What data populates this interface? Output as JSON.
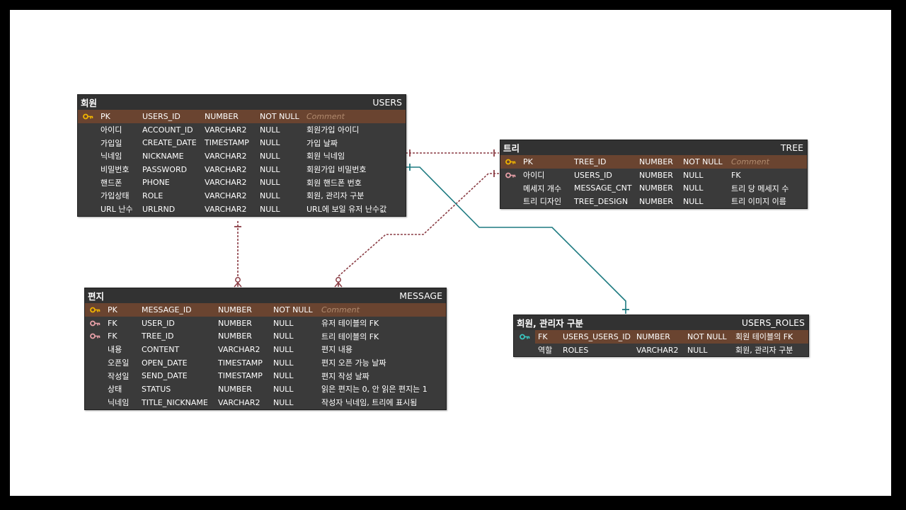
{
  "colors": {
    "key_gold": "#f0b400",
    "key_pink": "#e8a0a8",
    "key_teal": "#39c6c0",
    "rel_identifying": "#8a3c44",
    "rel_teal": "#1d7a80",
    "pk_row": "#6a4430",
    "table_body": "#3a3a3a"
  },
  "tables": {
    "users": {
      "logical": "회원",
      "physical": "USERS",
      "rows": [
        {
          "key": "gold-key-icon",
          "kind": "PK",
          "logical": "",
          "name": "USERS_ID",
          "type": "NUMBER",
          "null": "NOT NULL",
          "comment": "Comment",
          "placeholder": true
        },
        {
          "key": "",
          "kind": "아이디",
          "name": "ACCOUNT_ID",
          "type": "VARCHAR2",
          "null": "NULL",
          "comment": "회원가입 아이디"
        },
        {
          "key": "",
          "kind": "가입일",
          "name": "CREATE_DATE",
          "type": "TIMESTAMP",
          "null": "NULL",
          "comment": "가입 날짜"
        },
        {
          "key": "",
          "kind": "닉네임",
          "name": "NICKNAME",
          "type": "VARCHAR2",
          "null": "NULL",
          "comment": "회원 닉네임"
        },
        {
          "key": "",
          "kind": "비밀번호",
          "name": "PASSWORD",
          "type": "VARCHAR2",
          "null": "NULL",
          "comment": "회원가입 비밀번호"
        },
        {
          "key": "",
          "kind": "핸드폰",
          "name": "PHONE",
          "type": "VARCHAR2",
          "null": "NULL",
          "comment": "회원 핸드폰 번호"
        },
        {
          "key": "",
          "kind": "가입상태",
          "name": "ROLE",
          "type": "VARCHAR2",
          "null": "NULL",
          "comment": "회원, 관리자 구분"
        },
        {
          "key": "",
          "kind": "URL 난수",
          "name": "URLRND",
          "type": "VARCHAR2",
          "null": "NULL",
          "comment": "URL에 보일 유저 난수값"
        }
      ]
    },
    "tree": {
      "logical": "트리",
      "physical": "TREE",
      "rows": [
        {
          "key": "gold-key-icon",
          "kind": "PK",
          "name": "TREE_ID",
          "type": "NUMBER",
          "null": "NOT NULL",
          "comment": "Comment",
          "placeholder": true
        },
        {
          "key": "pink-key-icon",
          "kind": "아이디",
          "name": "USERS_ID",
          "type": "NUMBER",
          "null": "NULL",
          "comment": "FK"
        },
        {
          "key": "",
          "kind": "메세지 개수",
          "name": "MESSAGE_CNT",
          "type": "NUMBER",
          "null": "NULL",
          "comment": "트리 당 메세지 수"
        },
        {
          "key": "",
          "kind": "트리 디자인",
          "name": "TREE_DESIGN",
          "type": "NUMBER",
          "null": "NULL",
          "comment": "트리 이미지 이름"
        }
      ]
    },
    "message": {
      "logical": "편지",
      "physical": "MESSAGE",
      "rows": [
        {
          "key": "gold-key-icon",
          "kind": "PK",
          "name": "MESSAGE_ID",
          "type": "NUMBER",
          "null": "NOT NULL",
          "comment": "Comment",
          "placeholder": true
        },
        {
          "key": "pink-key-icon",
          "kind": "FK",
          "name": "USER_ID",
          "type": "NUMBER",
          "null": "NULL",
          "comment": "유저 테이블의 FK"
        },
        {
          "key": "pink-key-icon",
          "kind": "FK",
          "name": "TREE_ID",
          "type": "NUMBER",
          "null": "NULL",
          "comment": "트리 테이블의 FK"
        },
        {
          "key": "",
          "kind": "내용",
          "name": "CONTENT",
          "type": "VARCHAR2",
          "null": "NULL",
          "comment": "편지 내용"
        },
        {
          "key": "",
          "kind": "오픈일",
          "name": "OPEN_DATE",
          "type": "TIMESTAMP",
          "null": "NULL",
          "comment": "편지 오픈 가능 날짜"
        },
        {
          "key": "",
          "kind": "작성일",
          "name": "SEND_DATE",
          "type": "TIMESTAMP",
          "null": "NULL",
          "comment": "편지 작성 날짜"
        },
        {
          "key": "",
          "kind": "상태",
          "name": "STATUS",
          "type": "NUMBER",
          "null": "NULL",
          "comment": "읽은 편지는 0, 안 읽은 편지는 1"
        },
        {
          "key": "",
          "kind": "닉네임",
          "name": "TITLE_NICKNAME",
          "type": "VARCHAR2",
          "null": "NULL",
          "comment": "작성자 닉네임, 트리에 표시됨"
        }
      ]
    },
    "users_roles": {
      "logical": "회원, 관리자 구분",
      "physical": "USERS_ROLES",
      "rows": [
        {
          "key": "teal-key-icon",
          "kind": "FK",
          "name": "USERS_USERS_ID",
          "type": "NUMBER",
          "null": "NOT NULL",
          "comment": "회원 테이블의 FK"
        },
        {
          "key": "",
          "kind": "역할",
          "name": "ROLES",
          "type": "VARCHAR2",
          "null": "NULL",
          "comment": "회원, 관리자 구분"
        }
      ]
    }
  }
}
